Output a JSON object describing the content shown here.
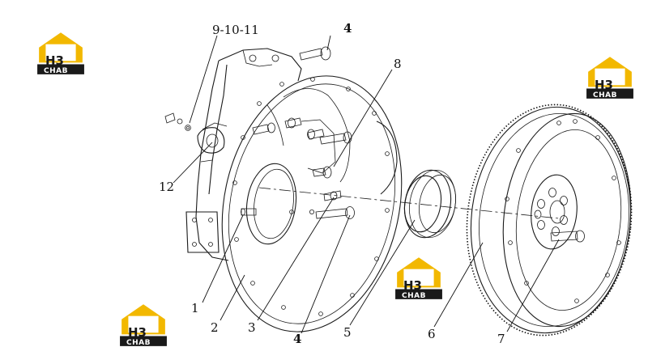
{
  "diagram": {
    "callouts": [
      {
        "id": "c-9-10-11",
        "text": "9-10-11"
      },
      {
        "id": "c-4-top",
        "text": "4"
      },
      {
        "id": "c-8",
        "text": "8"
      },
      {
        "id": "c-12",
        "text": "12"
      },
      {
        "id": "c-1",
        "text": "1"
      },
      {
        "id": "c-2",
        "text": "2"
      },
      {
        "id": "c-3",
        "text": "3"
      },
      {
        "id": "c-4-bottom",
        "text": "4"
      },
      {
        "id": "c-5",
        "text": "5"
      },
      {
        "id": "c-6",
        "text": "6"
      },
      {
        "id": "c-7",
        "text": "7"
      }
    ]
  },
  "logos": {
    "brand_mark": "H3",
    "brand_sub": "CHAB",
    "brand_color": "#f2b800",
    "bar_color": "#1a1a1a"
  }
}
